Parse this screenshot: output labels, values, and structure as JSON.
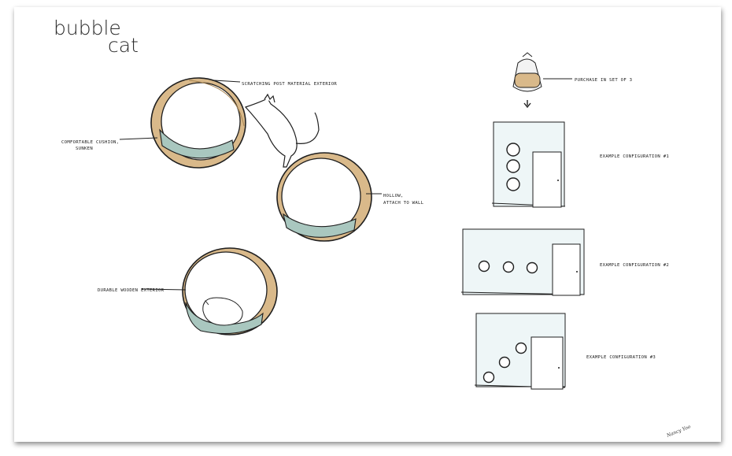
{
  "brand": {
    "line1": "bubble",
    "line2": "cat"
  },
  "annotations": {
    "scratching_post": "SCRATCHING POST MATERIAL EXTERIOR",
    "cushion_line1": "COMFORTABLE CUSHION,",
    "cushion_line2": "SUNKEN",
    "hollow_line1": "HOLLOW,",
    "hollow_line2": "ATTACH TO WALL",
    "durable": "DURABLE WOODEN EXTERIOR",
    "purchase": "PURCHASE IN SET OF 3"
  },
  "configurations": [
    {
      "label": "EXAMPLE CONFIGURATION #1"
    },
    {
      "label": "EXAMPLE CONFIGURATION #2"
    },
    {
      "label": "EXAMPLE CONFIGURATION #3"
    }
  ],
  "signature": "Nancy Yoo",
  "colors": {
    "wood": "#d9b98a",
    "wood_dark": "#a88552",
    "cushion": "#a9c7bf",
    "wall": "#eef6f7",
    "ink": "#1f1f1f"
  }
}
